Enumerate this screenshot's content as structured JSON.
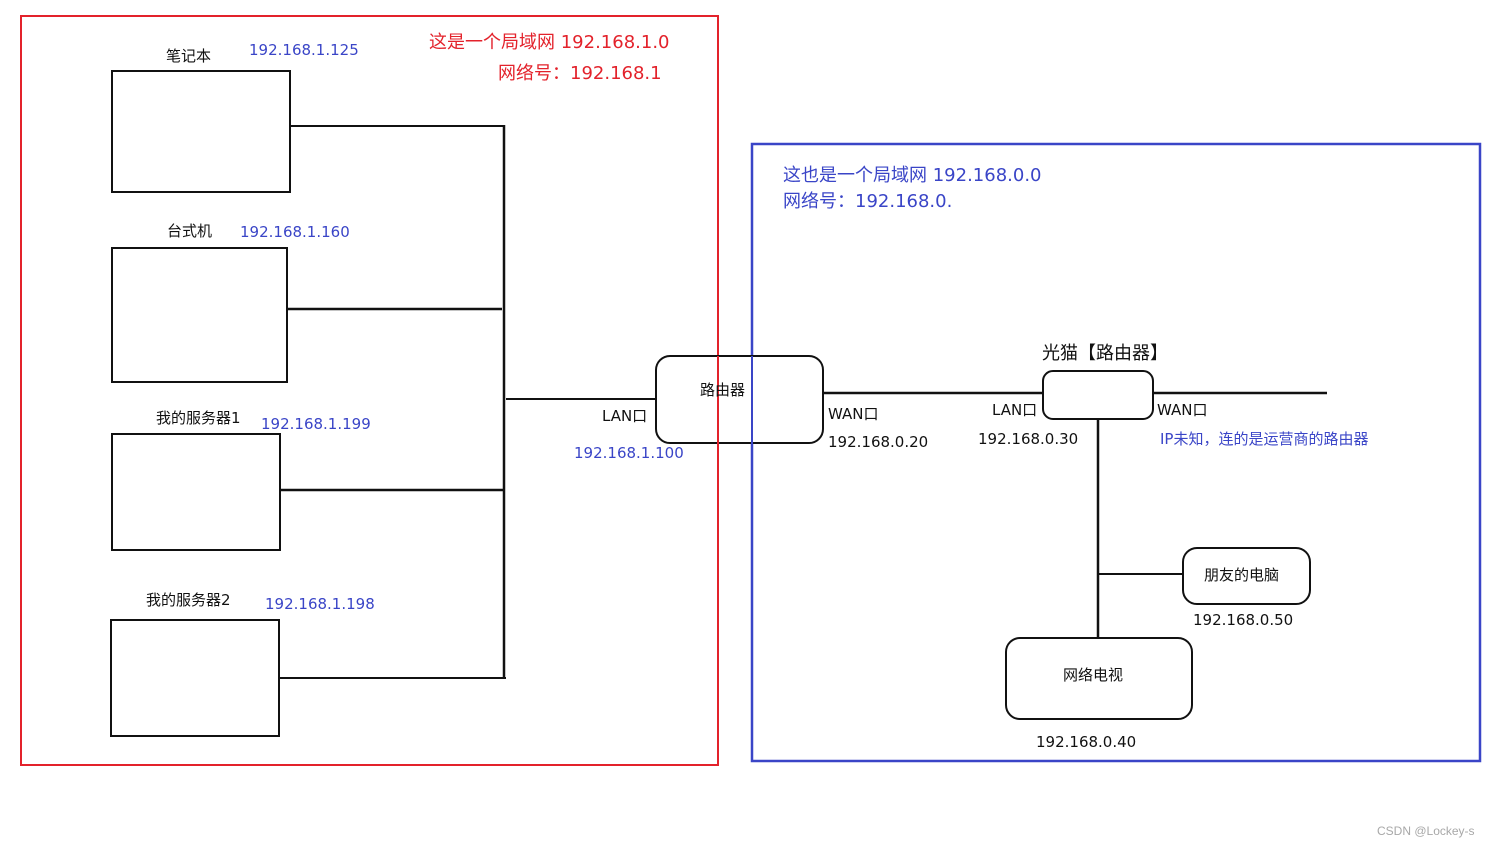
{
  "lan_left": {
    "title": "这是一个局域网 192.168.1.0",
    "network_id": "网络号：192.168.1",
    "color": "#e3222b",
    "devices": [
      {
        "name": "笔记本",
        "ip": "192.168.1.125"
      },
      {
        "name": "台式机",
        "ip": "192.168.1.160"
      },
      {
        "name": "我的服务器1",
        "ip": "192.168.1.199"
      },
      {
        "name": "我的服务器2",
        "ip": "192.168.1.198"
      }
    ],
    "router": {
      "name": "路由器",
      "lan_port": "LAN口",
      "lan_ip": "192.168.1.100",
      "wan_port": "WAN口",
      "wan_ip": "192.168.0.20"
    }
  },
  "lan_right": {
    "title": "这也是一个局域网 192.168.0.0",
    "network_id": "网络号：192.168.0.",
    "color": "#3a45c7",
    "modem": {
      "name": "光猫【路由器】",
      "lan_port": "LAN口",
      "lan_ip": "192.168.0.30",
      "wan_port": "WAN口",
      "wan_note": "IP未知，连的是运营商的路由器"
    },
    "devices": [
      {
        "name": "朋友的电脑",
        "ip": "192.168.0.50"
      },
      {
        "name": "网络电视",
        "ip": "192.168.0.40"
      }
    ]
  },
  "watermark": "CSDN @Lockey-s"
}
